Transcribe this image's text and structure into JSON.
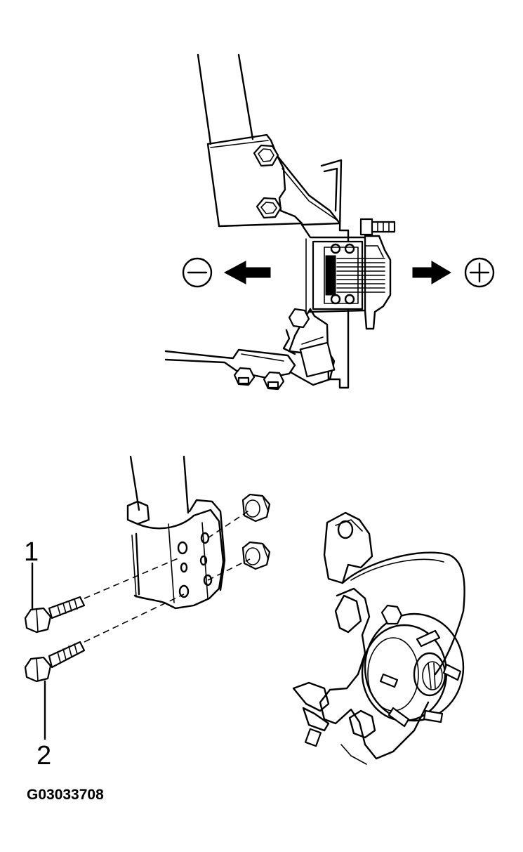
{
  "callouts": {
    "one": "1",
    "two": "2"
  },
  "adjustment": {
    "minus_symbol": "minus-circle-icon",
    "plus_symbol": "plus-circle-icon"
  },
  "figure_id": "G03033708",
  "colors": {
    "ink": "#000000",
    "paper": "#ffffff"
  }
}
